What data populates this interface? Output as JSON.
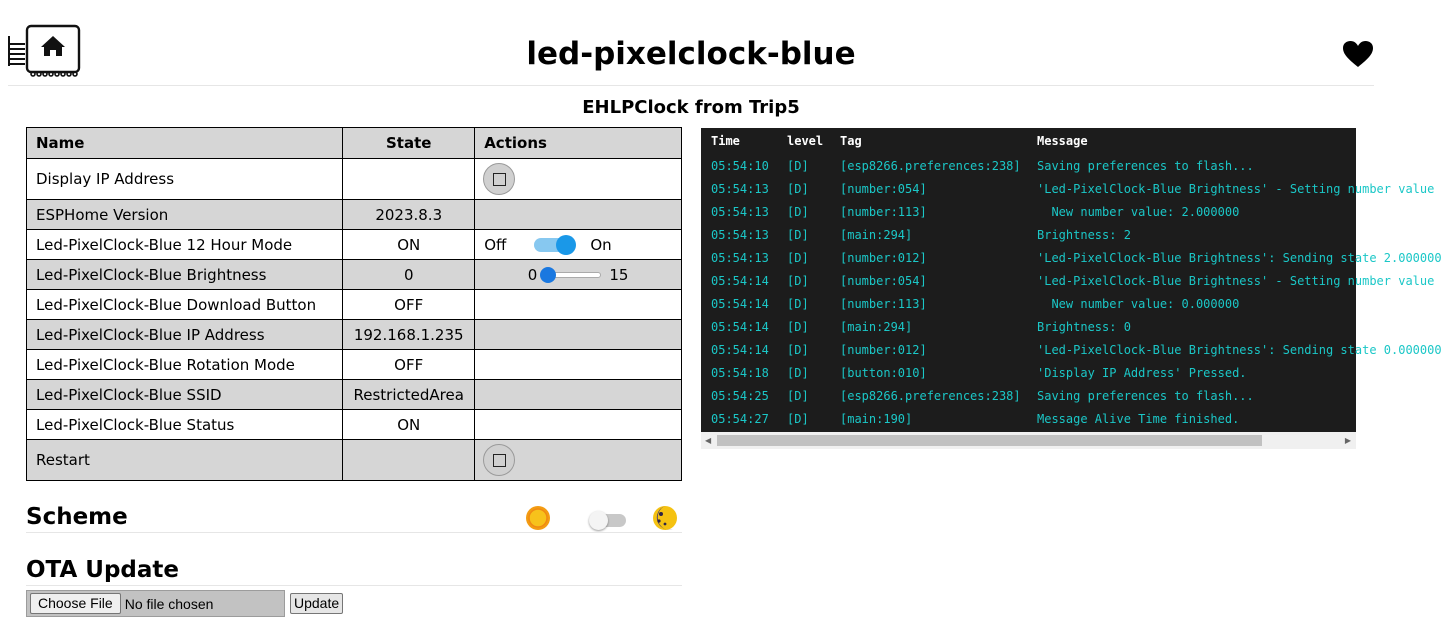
{
  "header": {
    "title": "led-pixelclock-blue",
    "subtitle": "EHLPClock from Trip5"
  },
  "icons": {
    "logo": "chip-home-icon",
    "heart": "heart-icon",
    "sun": "sun-icon",
    "moon": "moon-icon"
  },
  "table": {
    "headers": {
      "name": "Name",
      "state": "State",
      "actions": "Actions"
    },
    "rows": [
      {
        "name": "Display IP Address",
        "state": ""
      },
      {
        "name": "ESPHome Version",
        "state": "2023.8.3"
      },
      {
        "name": "Led-PixelClock-Blue 12 Hour Mode",
        "state": "ON",
        "off_label": "Off",
        "on_label": "On"
      },
      {
        "name": "Led-PixelClock-Blue Brightness",
        "state": "0",
        "min": "0",
        "max": "15",
        "value": 0
      },
      {
        "name": "Led-PixelClock-Blue Download Button",
        "state": "OFF"
      },
      {
        "name": "Led-PixelClock-Blue IP Address",
        "state": "192.168.1.235"
      },
      {
        "name": "Led-PixelClock-Blue Rotation Mode",
        "state": "OFF"
      },
      {
        "name": "Led-PixelClock-Blue SSID",
        "state": "RestrictedArea"
      },
      {
        "name": "Led-PixelClock-Blue Status",
        "state": "ON"
      },
      {
        "name": "Restart",
        "state": ""
      }
    ]
  },
  "log": {
    "headers": {
      "time": "Time",
      "level": "level",
      "tag": "Tag",
      "message": "Message"
    },
    "rows": [
      {
        "time": "05:54:10",
        "level": "[D]",
        "tag": "[esp8266.preferences:238]",
        "message": "Saving preferences to flash..."
      },
      {
        "time": "05:54:13",
        "level": "[D]",
        "tag": "[number:054]",
        "message": "'Led-PixelClock-Blue Brightness' - Setting number value"
      },
      {
        "time": "05:54:13",
        "level": "[D]",
        "tag": "[number:113]",
        "message": "  New number value: 2.000000"
      },
      {
        "time": "05:54:13",
        "level": "[D]",
        "tag": "[main:294]",
        "message": "Brightness: 2"
      },
      {
        "time": "05:54:13",
        "level": "[D]",
        "tag": "[number:012]",
        "message": "'Led-PixelClock-Blue Brightness': Sending state 2.000000"
      },
      {
        "time": "05:54:14",
        "level": "[D]",
        "tag": "[number:054]",
        "message": "'Led-PixelClock-Blue Brightness' - Setting number value"
      },
      {
        "time": "05:54:14",
        "level": "[D]",
        "tag": "[number:113]",
        "message": "  New number value: 0.000000"
      },
      {
        "time": "05:54:14",
        "level": "[D]",
        "tag": "[main:294]",
        "message": "Brightness: 0"
      },
      {
        "time": "05:54:14",
        "level": "[D]",
        "tag": "[number:012]",
        "message": "'Led-PixelClock-Blue Brightness': Sending state 0.000000"
      },
      {
        "time": "05:54:18",
        "level": "[D]",
        "tag": "[button:010]",
        "message": "'Display IP Address' Pressed."
      },
      {
        "time": "05:54:25",
        "level": "[D]",
        "tag": "[esp8266.preferences:238]",
        "message": "Saving preferences to flash..."
      },
      {
        "time": "05:54:27",
        "level": "[D]",
        "tag": "[main:190]",
        "message": "Message Alive Time finished."
      }
    ]
  },
  "scheme": {
    "heading": "Scheme"
  },
  "ota": {
    "heading": "OTA Update",
    "choose_label": "Choose File",
    "no_file_label": "No file chosen",
    "update_label": "Update"
  },
  "colors": {
    "log_background": "#1c1c1c",
    "log_text": "#1bc7c7",
    "accent": "#1a98e8",
    "row_shade": "#d6d6d6"
  }
}
